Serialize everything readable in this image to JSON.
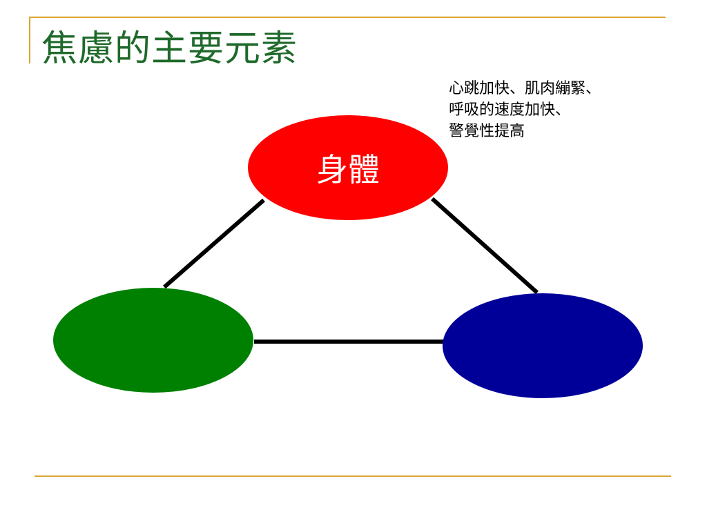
{
  "slide": {
    "title": "焦慮的主要元素"
  },
  "annotation": {
    "lines": [
      "心跳加快、肌肉繃緊、",
      "呼吸的速度加快、",
      "警覺性提高"
    ]
  },
  "nodes": {
    "top": {
      "label": "身體",
      "color": "#ff0000"
    },
    "left": {
      "label": "",
      "color": "#008000"
    },
    "right": {
      "label": "",
      "color": "#000099"
    }
  },
  "colors": {
    "title": "#1f6a2b",
    "accent_rule": "#d9a531",
    "connector": "#000000"
  }
}
